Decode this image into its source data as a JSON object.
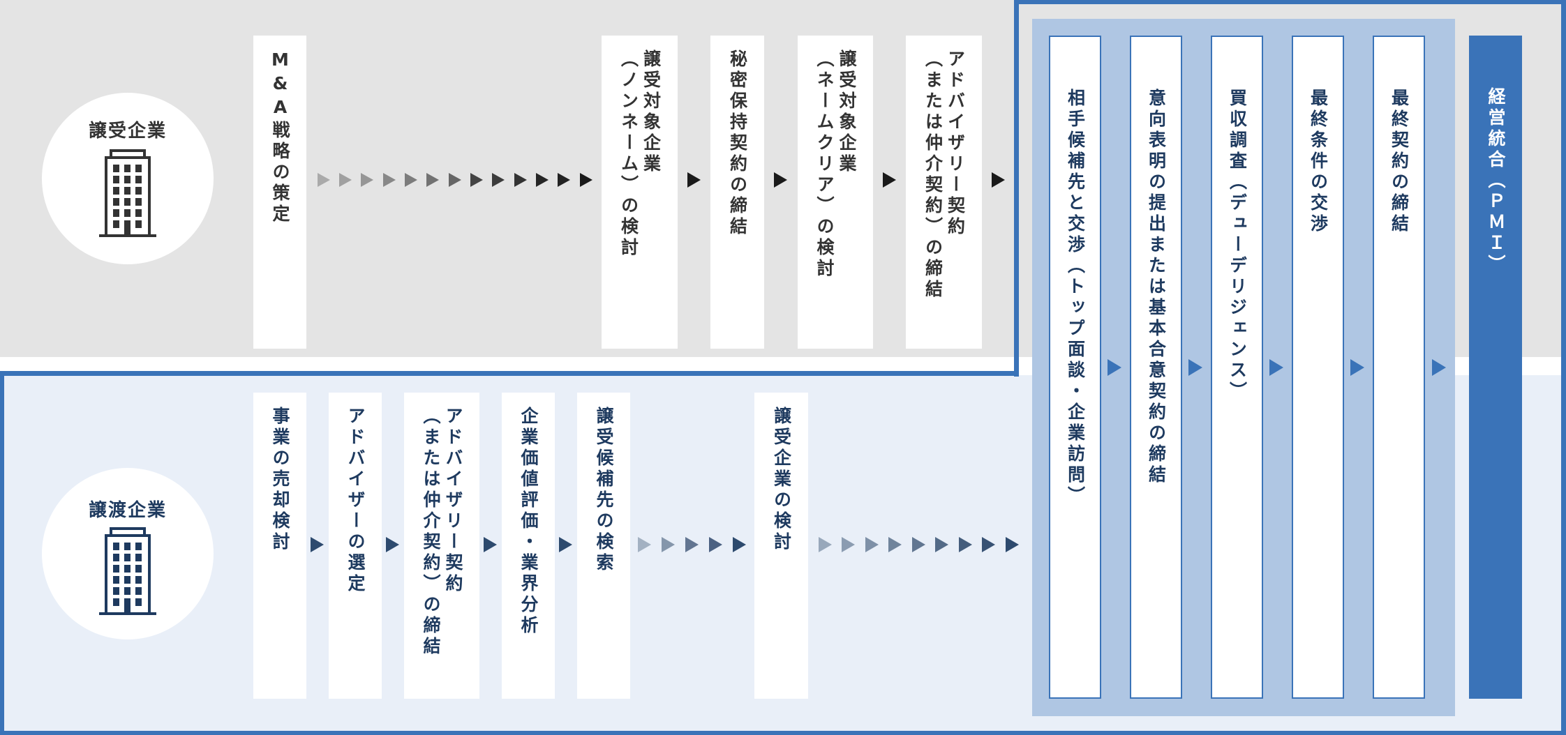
{
  "colors": {
    "buyer_band": "#e4e4e4",
    "seller_band": "#e9eff8",
    "outline_blue": "#3a73b8",
    "joint_panel": "#afc6e3",
    "pmi_fill": "#3a73b8",
    "buyer_text": "#333333",
    "seller_text": "#1e3a5f"
  },
  "buyer": {
    "label": "譲受企業",
    "icon": "building-icon",
    "steps": [
      {
        "label": "M&A戦略の策定"
      },
      {
        "label": "譲受対象企業\n（ノンネーム）の検討"
      },
      {
        "label": "秘密保持契約の締結"
      },
      {
        "label": "譲受対象企業\n（ネームクリア）の検討"
      },
      {
        "label": "アドバイザリー契約\n（または仲介契約）の締結"
      }
    ]
  },
  "seller": {
    "label": "譲渡企業",
    "icon": "building-icon",
    "steps": [
      {
        "label": "事業の売却検討"
      },
      {
        "label": "アドバイザーの選定"
      },
      {
        "label": "アドバイザリー契約\n（または仲介契約）の締結"
      },
      {
        "label": "企業価値評価・業界分析"
      },
      {
        "label": "譲受候補先の検索"
      },
      {
        "label": "譲受企業の検討"
      }
    ]
  },
  "joint": {
    "steps": [
      {
        "label": "相手候補先と交渉（トップ面談・企業訪問）"
      },
      {
        "label": "意向表明の提出または基本合意契約の締結"
      },
      {
        "label": "買収調査（デューデリジェンス）"
      },
      {
        "label": "最終条件の交渉"
      },
      {
        "label": "最終契約の締結"
      }
    ],
    "final": {
      "label": "経営統合（ＰＭＩ）"
    }
  }
}
